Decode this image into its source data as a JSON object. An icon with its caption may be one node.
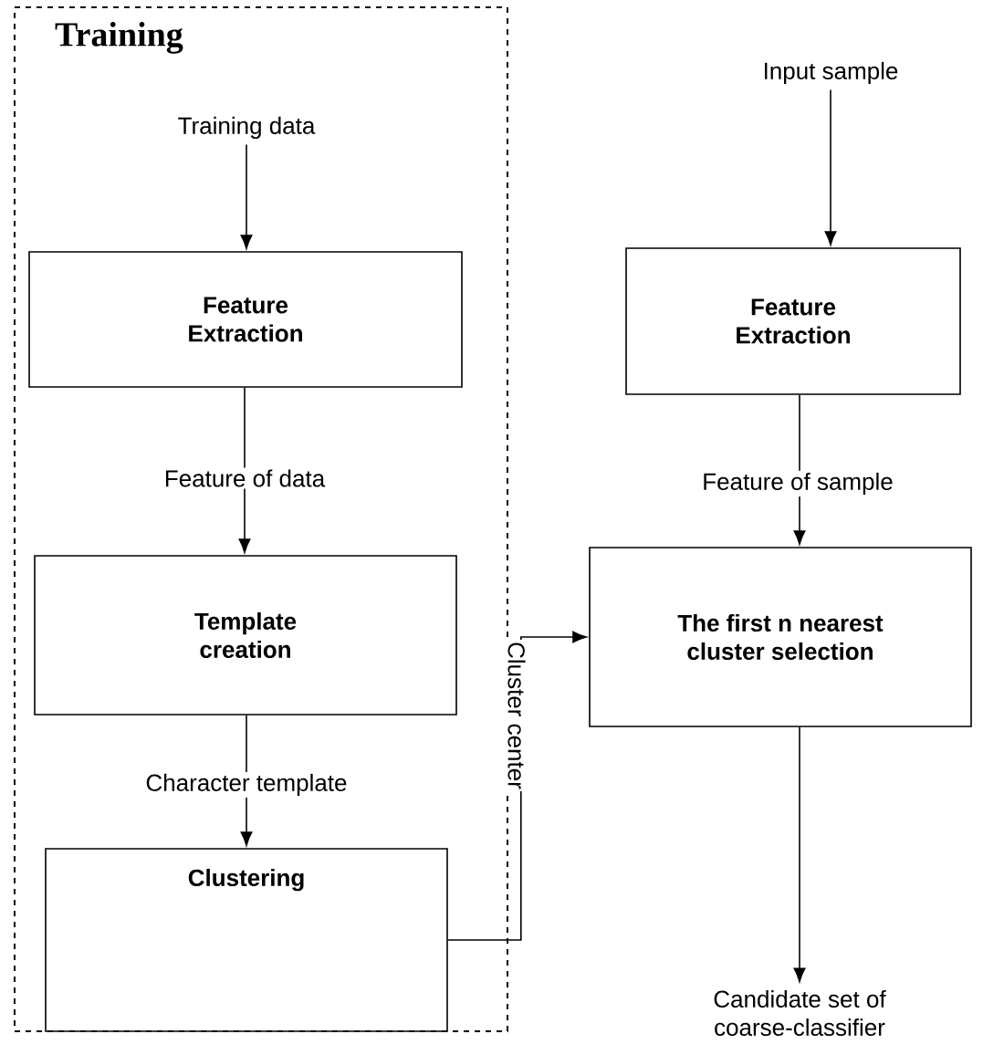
{
  "diagram": {
    "nodes": [
      {
        "text": [
          "Training"
        ]
      },
      {
        "text": [
          "Training data"
        ],
        "in": 0
      },
      {
        "text": [
          "Feature Extraction"
        ],
        "in": 0
      },
      {
        "text": [
          "Template creation"
        ],
        "in": 0
      },
      {
        "text": [
          "Clustering"
        ],
        "in": 0
      },
      {
        "text": [
          "Input sample"
        ]
      },
      {
        "text": [
          "Feature Extraction"
        ]
      },
      {
        "text": [
          "The first n nearest cluster selection"
        ]
      },
      {
        "text": [
          "Candidate set of coarse-classifier"
        ]
      }
    ],
    "edges": [
      {
        "from": 1,
        "to": 2,
        "arrow": "to"
      },
      {
        "from": 2,
        "to": 3,
        "arrow": "to",
        "label": "Feature of data"
      },
      {
        "from": 3,
        "to": 4,
        "arrow": "to",
        "label": "Character template"
      },
      {
        "from": 4,
        "to": 7,
        "arrow": "to",
        "label": "Cluster center"
      },
      {
        "from": 5,
        "to": 6,
        "arrow": "to"
      },
      {
        "from": 6,
        "to": 7,
        "arrow": "to",
        "label": "Feature of sample"
      },
      {
        "from": 7,
        "to": 8,
        "arrow": "to"
      }
    ]
  }
}
